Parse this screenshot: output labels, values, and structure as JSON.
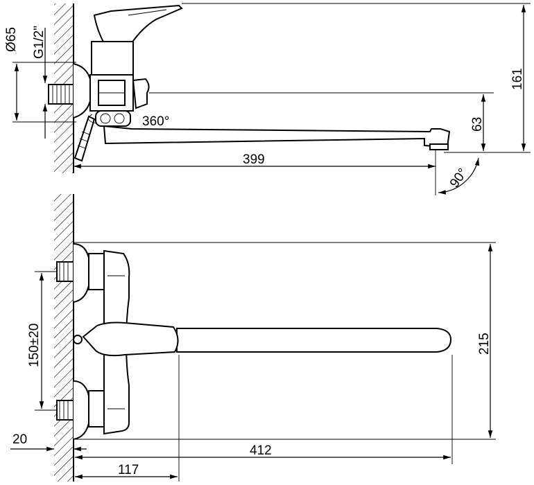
{
  "drawing": {
    "top_view": {
      "diameter_label": "Ø65",
      "thread_label": "G1/2\"",
      "rotation_label": "360°",
      "spout_length_label": "399",
      "spout_height_label": "63",
      "total_height_label": "161",
      "angle_label": "90°"
    },
    "front_view": {
      "spacing_label": "150±20",
      "wall_offset_label": "20",
      "body_depth_label": "117",
      "reach_label": "412",
      "height_label": "215"
    }
  }
}
